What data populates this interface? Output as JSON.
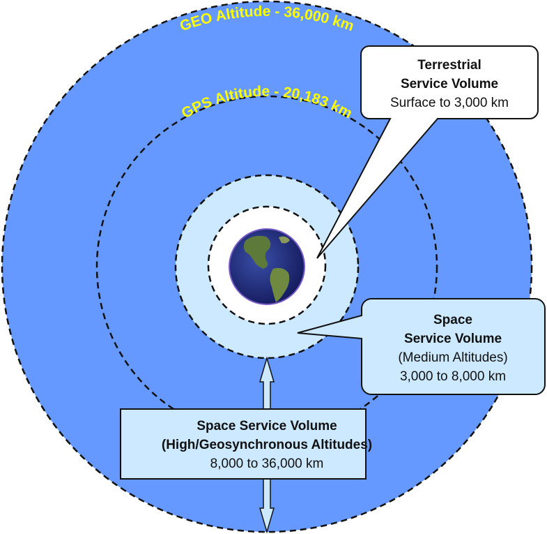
{
  "labels": {
    "geo_altitude": "GEO Altitude - 36,000 km",
    "gps_altitude": "GPS Altitude - 20,183 km"
  },
  "callouts": {
    "terrestrial": {
      "title_line1": "Terrestrial",
      "title_line2": "Service Volume",
      "range": "Surface to 3,000 km"
    },
    "space_medium": {
      "title_line1": "Space",
      "title_line2": "Service Volume",
      "subtitle": "(Medium  Altitudes)",
      "range": "3,000 to 8,000 km"
    },
    "space_high": {
      "title": "Space Service Volume",
      "subtitle": "(High/Geosynchronous Altitudes)",
      "range": "8,000 to 36,000 km"
    }
  },
  "colors": {
    "high_volume": "#6699ff",
    "medium_volume": "#cce9ff",
    "terrestrial_volume": "#ffffff",
    "altitude_label": "#ffff00"
  },
  "icons": {
    "earth": "earth-globe-icon"
  }
}
